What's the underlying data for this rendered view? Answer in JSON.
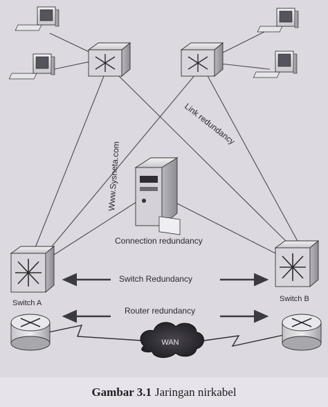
{
  "labels": {
    "watermark": "Www.Sysneta.com",
    "link_redundancy": "Link redundancy",
    "connection_redundancy": "Connection redundancy",
    "switch_redundancy": "Switch Redundancy",
    "router_redundancy": "Router redundancy",
    "switch_a": "Switch A",
    "switch_b": "Switch B",
    "wan": "WAN"
  },
  "caption": {
    "figure_number": "Gambar 3.1",
    "title": "Jaringan nirkabel"
  }
}
